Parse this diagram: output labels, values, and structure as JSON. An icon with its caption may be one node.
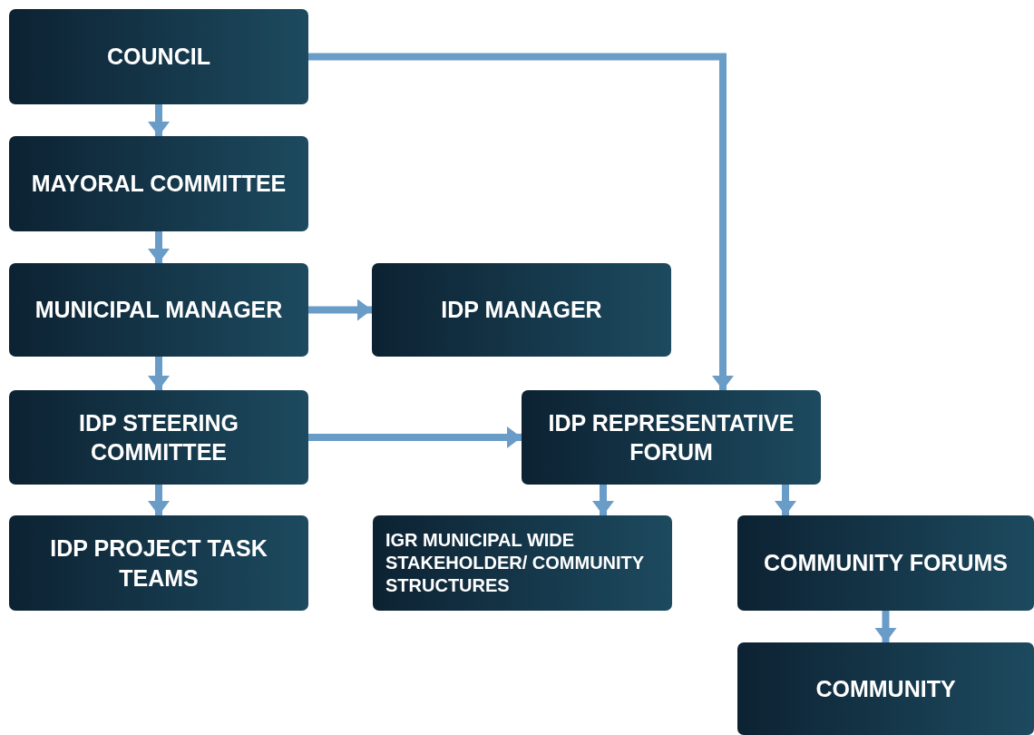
{
  "diagram": {
    "nodes": [
      {
        "text": [
          "COUNCIL"
        ]
      },
      {
        "text": [
          "MAYORAL COMMITTEE"
        ]
      },
      {
        "text": [
          "MUNICIPAL MANAGER"
        ]
      },
      {
        "text": [
          "IDP MANAGER"
        ]
      },
      {
        "text": [
          "IDP STEERING COMMITTEE"
        ]
      },
      {
        "text": [
          "IDP REPRESENTATIVE FORUM"
        ]
      },
      {
        "text": [
          "IDP PROJECT TASK TEAMS"
        ]
      },
      {
        "text": [
          "IGR MUNICIPAL WIDE STAKEHOLDER/ COMMUNITY STRUCTURES"
        ]
      },
      {
        "text": [
          "COMMUNITY FORUMS"
        ]
      },
      {
        "text": [
          "COMMUNITY"
        ]
      }
    ],
    "edges": [
      {
        "from": 0,
        "to": 1,
        "arrow": "to"
      },
      {
        "from": 1,
        "to": 2,
        "arrow": "to"
      },
      {
        "from": 2,
        "to": 3,
        "arrow": "to"
      },
      {
        "from": 2,
        "to": 4,
        "arrow": "to"
      },
      {
        "from": 0,
        "to": 5,
        "arrow": "to"
      },
      {
        "from": 4,
        "to": 5,
        "arrow": "to"
      },
      {
        "from": 4,
        "to": 6,
        "arrow": "to"
      },
      {
        "from": 5,
        "to": 7,
        "arrow": "to"
      },
      {
        "from": 5,
        "to": 8,
        "arrow": "to"
      },
      {
        "from": 8,
        "to": 9,
        "arrow": "to"
      }
    ]
  }
}
